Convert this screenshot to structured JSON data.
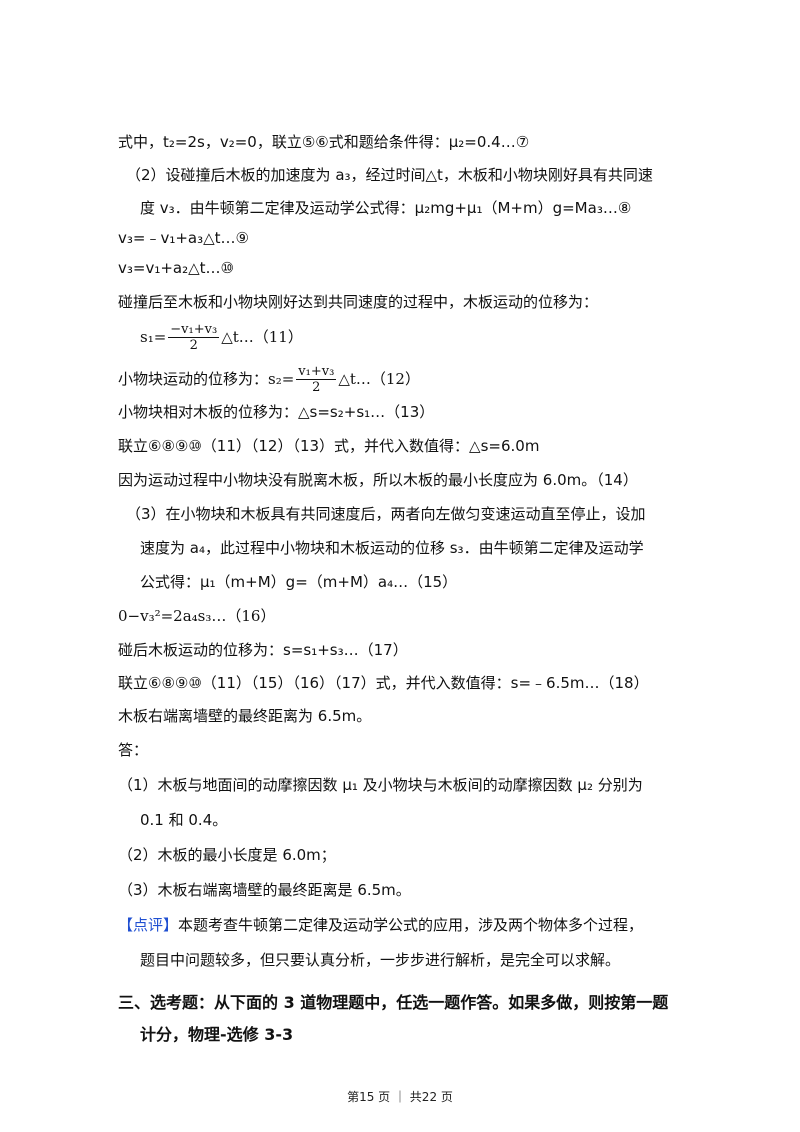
{
  "lines": {
    "l1": "式中，t₂=2s，v₂=0，联立⑤⑥式和题给条件得：μ₂=0.4…⑦",
    "l2": "（2）设碰撞后木板的加速度为 a₃，经过时间△t，木板和小物块刚好具有共同速",
    "l3": "度 v₃．由牛顿第二定律及运动学公式得：μ₂mg+μ₁（M+m）g=Ma₃…⑧",
    "l4": "v₃=﹣v₁+a₃△t…⑨",
    "l5": "v₃=v₁+a₂△t…⑩",
    "l6": "碰撞后至木板和小物块刚好达到共同速度的过程中，木板运动的位移为：",
    "l7_lhs": "s₁=",
    "l7_num": "−v₁+v₃",
    "l7_den": "2",
    "l7_rhs": "△t…（11）",
    "l8_pre": "小物块运动的位移为：",
    "l8_lhs": "s₂=",
    "l8_num": "v₁+v₃",
    "l8_den": "2",
    "l8_rhs": "△t…（12）",
    "l9": "小物块相对木板的位移为：△s=s₂+s₁…（13）",
    "l10": "联立⑥⑧⑨⑩（11）（12）（13）式，并代入数值得：△s=6.0m",
    "l11": "因为运动过程中小物块没有脱离木板，所以木板的最小长度应为 6.0m。（14）",
    "l12": "（3）在小物块和木板具有共同速度后，两者向左做匀变速运动直至停止，设加",
    "l13": "速度为 a₄，此过程中小物块和木板运动的位移 s₃．由牛顿第二定律及运动学",
    "l14": "公式得：μ₁（m+M）g=（m+M）a₄…（15）",
    "l15": "0−v₃²=2a₄s₃…（16）",
    "l16": "碰后木板运动的位移为：s=s₁+s₃…（17）",
    "l17": "联立⑥⑧⑨⑩（11）（15）（16）（17）式，并代入数值得：s=﹣6.5m…（18）",
    "l18": "木板右端离墙壁的最终距离为 6.5m。",
    "l19": "答：",
    "l20": "（1）木板与地面间的动摩擦因数 μ₁ 及小物块与木板间的动摩擦因数 μ₂ 分别为",
    "l21": "0.1 和 0.4。",
    "l22": "（2）木板的最小长度是 6.0m；",
    "l23": "（3）木板右端离墙壁的最终距离是 6.5m。",
    "note_tag": "【点评】",
    "note_text": "本题考查牛顿第二定律及运动学公式的应用，涉及两个物体多个过程，",
    "note_cont": "题目中问题较多，但只要认真分析，一步步进行解析，是完全可以求解。"
  },
  "section": {
    "line1": "三、选考题：从下面的 3 道物理题中，任选一题作答。如果多做，则按第一题",
    "line2": "计分，物理-选修 3-3"
  },
  "footer": {
    "text": "第15 页 ｜ 共22 页"
  }
}
